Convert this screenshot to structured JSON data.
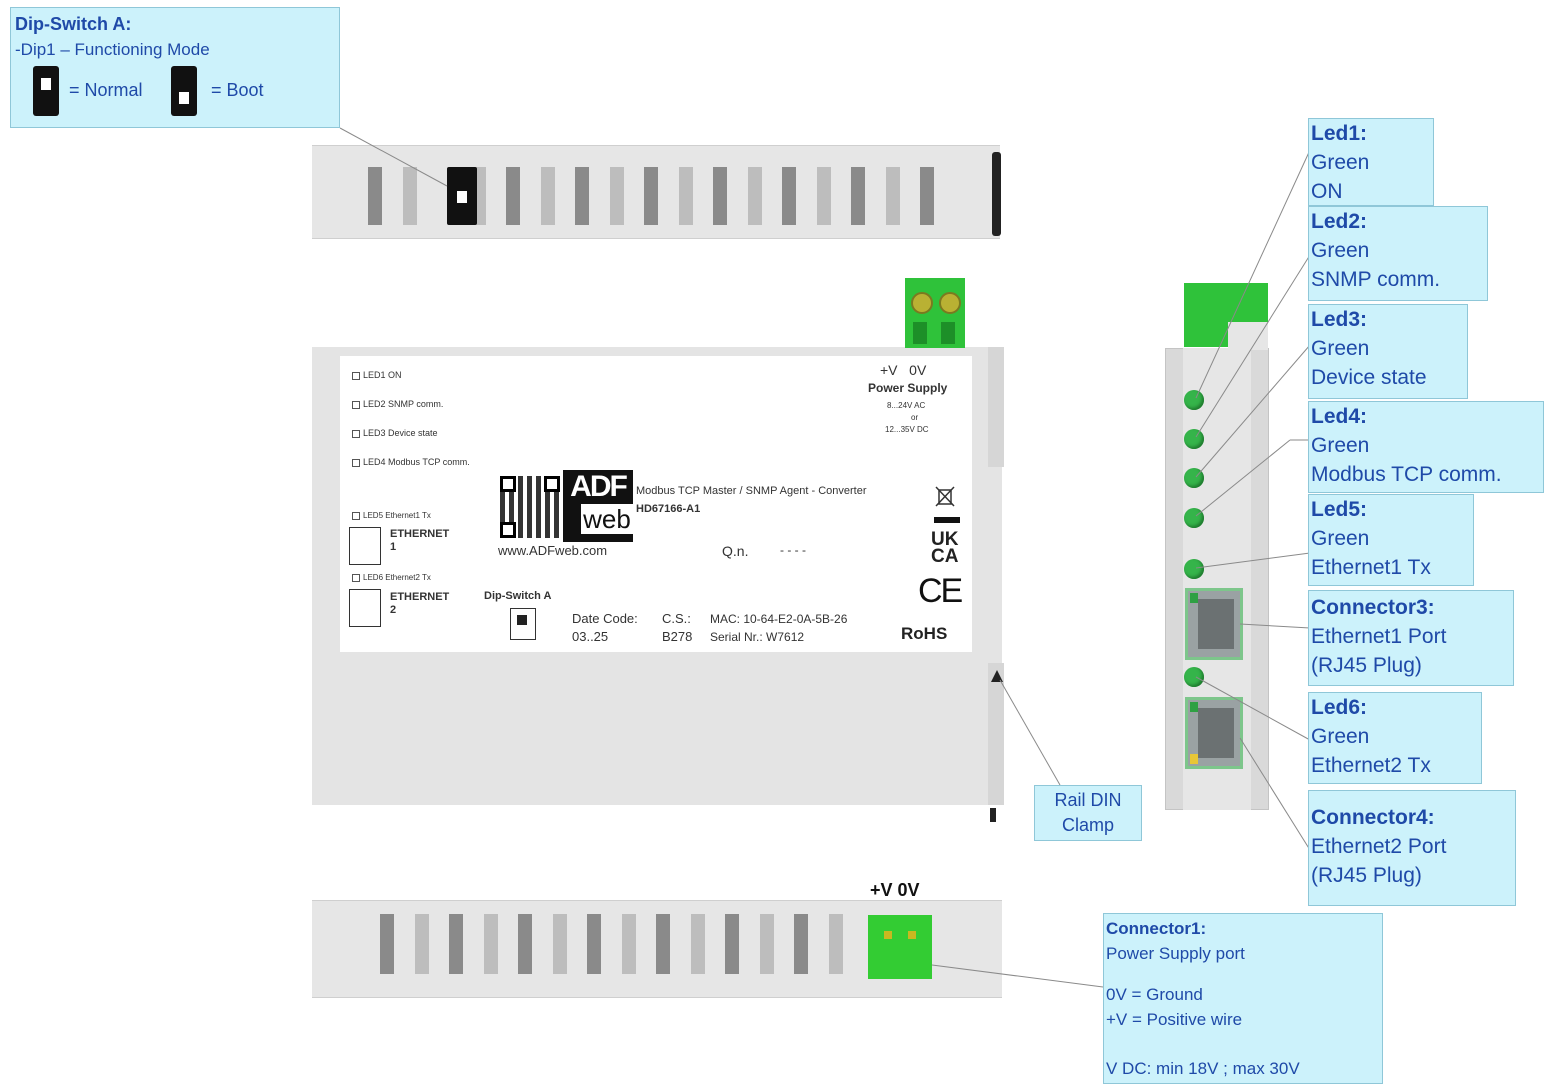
{
  "dip_switch_callout": {
    "title": "Dip-Switch A:",
    "line1": "-Dip1 – Functioning Mode",
    "normal_label": "= Normal",
    "boot_label": "= Boot"
  },
  "leds": [
    {
      "title": "Led1:",
      "color": "Green",
      "desc": "ON"
    },
    {
      "title": "Led2:",
      "color": "Green",
      "desc": "SNMP comm."
    },
    {
      "title": "Led3:",
      "color": "Green",
      "desc": "Device state"
    },
    {
      "title": "Led4:",
      "color": "Green",
      "desc": "Modbus TCP comm."
    },
    {
      "title": "Led5:",
      "color": "Green",
      "desc": "Ethernet1 Tx"
    },
    {
      "title": "Led6:",
      "color": "Green",
      "desc": "Ethernet2 Tx"
    }
  ],
  "connector3": {
    "title": "Connector3:",
    "line1": "Ethernet1 Port",
    "line2": "(RJ45 Plug)"
  },
  "connector4": {
    "title": "Connector4:",
    "line1": "Ethernet2 Port",
    "line2": "(RJ45 Plug)"
  },
  "rail_clamp": {
    "line1": "Rail DIN",
    "line2": "Clamp"
  },
  "connector1": {
    "title": "Connector1:",
    "subtitle": "Power Supply port",
    "line1": "0V = Ground",
    "line2": "+V = Positive wire",
    "line3": "V DC: min 18V ; max 30V"
  },
  "bottom_terminal_label": "+V 0V",
  "label_panel": {
    "led_list": [
      "LED1 ON",
      "LED2 SNMP comm.",
      "LED3 Device state",
      "LED4 Modbus TCP comm."
    ],
    "led5_label": "LED5 Ethernet1 Tx",
    "led6_label": "LED6 Ethernet2 Tx",
    "eth1_label": "ETHERNET",
    "eth1_num": "1",
    "eth2_label": "ETHERNET",
    "eth2_num": "2",
    "power_terms": "+V   0V",
    "power_supply": "Power Supply",
    "power_ac": "8...24V AC",
    "power_or": "or",
    "power_dc": "12...35V DC",
    "logo_top": "ADF",
    "logo_bottom": "web",
    "website": "www.ADFweb.com",
    "product_desc": "Modbus TCP Master / SNMP Agent - Converter",
    "product_code": "HD67166-A1",
    "qn_label": "Q.n.",
    "qn_value": "- - - -",
    "dip_label": "Dip-Switch A",
    "date_code_label": "Date Code:",
    "date_code_value": "03..25",
    "cs_label": "C.S.:",
    "cs_value": "B278",
    "mac": "MAC: 10-64-E2-0A-5B-26",
    "serial": "Serial Nr.: W7612",
    "ukca_top": "UK",
    "ukca_bottom": "CA",
    "ce": "CE",
    "rohs": "RoHS"
  },
  "colors": {
    "callout_bg": "#ccf2fb",
    "callout_text": "#1f4aa8",
    "led_green": "#35b44a",
    "terminal_green": "#33cc33"
  }
}
